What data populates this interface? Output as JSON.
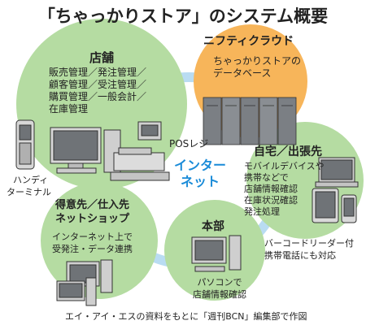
{
  "title": "「ちゃっかりストア」のシステム概要",
  "center": {
    "line1": "インター",
    "line2": "ネット"
  },
  "store": {
    "heading": "店舗",
    "items": [
      "販売管理／発注管理／",
      "顧客管理／受注管理／",
      "購買管理／一般会計／",
      "在庫管理"
    ]
  },
  "pos_label": "POSレジ",
  "cloud": {
    "heading": "ニフティクラウド",
    "lines": [
      "ちゃっかりストアの",
      "データベース"
    ]
  },
  "home": {
    "heading": "自宅／出張先",
    "lines": [
      "モバイルデバイスや",
      "携帯などで",
      "店舗情報確認",
      "在庫状況確認",
      "発注処理"
    ]
  },
  "handy": {
    "lines": [
      "ハンディ",
      "ターミナル"
    ]
  },
  "customer": {
    "heading_lines": [
      "得意先／仕入先",
      "ネットショップ"
    ],
    "lines": [
      "インターネット上で",
      "受発注・データ連携"
    ]
  },
  "hq": {
    "heading": "本部",
    "lines": [
      "パソコンで",
      "店舗情報確認"
    ]
  },
  "barcode_note": {
    "lines": [
      "バーコードリーダー付",
      "携帯電話にも対応"
    ]
  },
  "footer": "エイ・アイ・エスの資料をもとに「週刊BCN」編集部で作図",
  "colors": {
    "ring": "#b9dcf2",
    "green_circle": "#b5dca2",
    "orange_circle": "#f7b55a",
    "center_text": "#1a8bd8"
  }
}
